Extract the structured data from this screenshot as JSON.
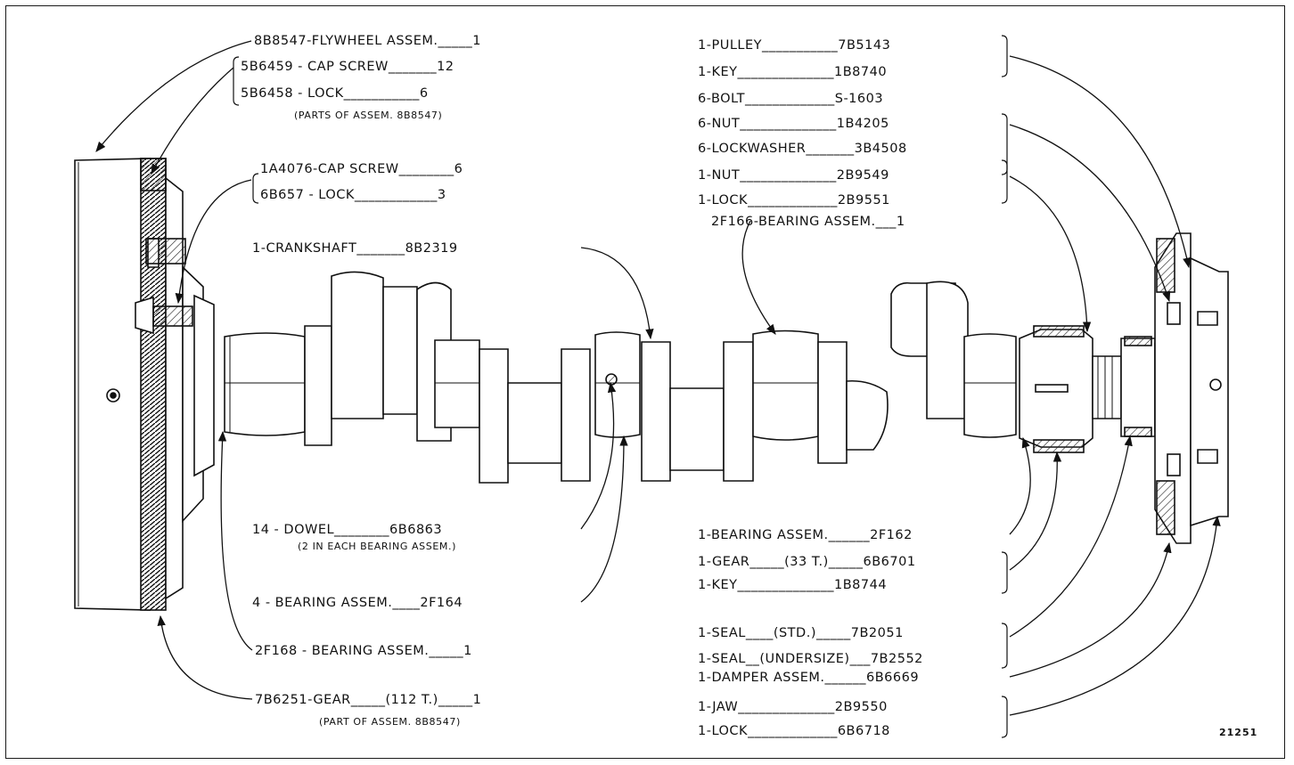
{
  "figure_number": "21251",
  "left_labels": [
    "8B8547-FLYWHEEL ASSEM._____1",
    "5B6459 - CAP SCREW_______12",
    "5B6458 - LOCK___________6",
    "1A4076-CAP SCREW________6",
    "6B657 - LOCK____________3",
    "1-CRANKSHAFT_______8B2319",
    "14 - DOWEL________6B6863",
    "4 - BEARING ASSEM.____2F164",
    "2F168 - BEARING ASSEM._____1",
    "7B6251-GEAR_____(112 T.)_____1"
  ],
  "left_notes": [
    "(PARTS OF ASSEM. 8B8547)",
    "(2 IN EACH BEARING ASSEM.)",
    "(PART OF ASSEM. 8B8547)"
  ],
  "right_labels": [
    "1-PULLEY___________7B5143",
    "1-KEY______________1B8740",
    "6-BOLT_____________S-1603",
    "6-NUT______________1B4205",
    "6-LOCKWASHER_______3B4508",
    "1-NUT______________2B9549",
    "1-LOCK_____________2B9551",
    "2F166-BEARING ASSEM.___1",
    "1-BEARING ASSEM.______2F162",
    "1-GEAR_____(33 T.)_____6B6701",
    "1-KEY______________1B8744",
    "1-SEAL____(STD.)_____7B2051",
    "1-SEAL__(UNDERSIZE)___7B2552",
    "1-DAMPER ASSEM.______6B6669",
    "1-JAW______________2B9550",
    "1-LOCK_____________6B6718"
  ]
}
